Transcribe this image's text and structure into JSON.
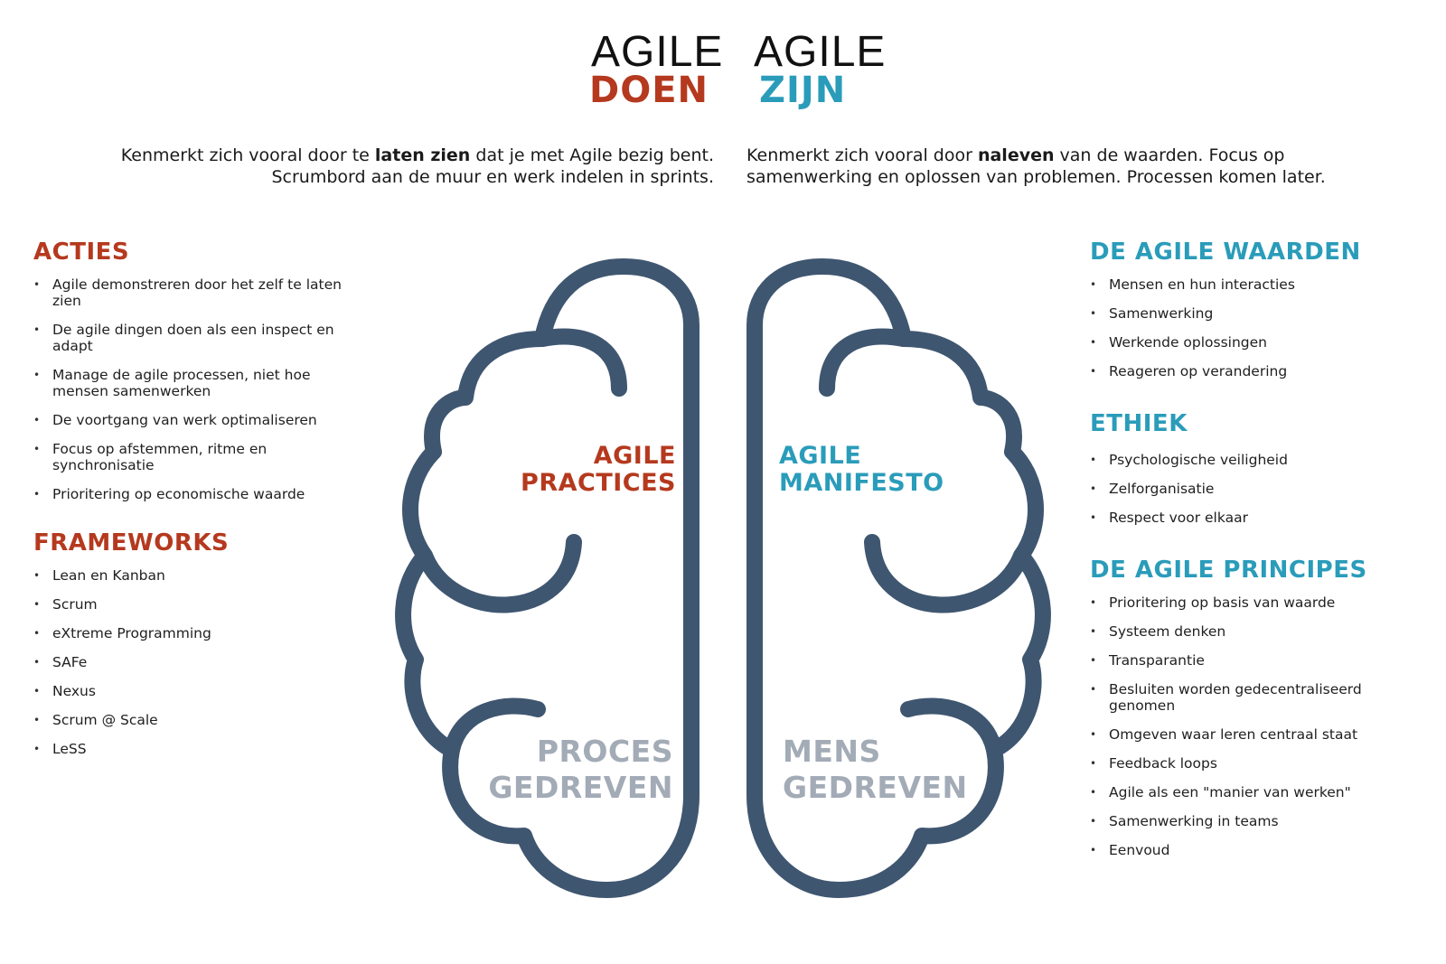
{
  "header": {
    "left_top": "AGILE",
    "left_bottom": "DOEN",
    "right_top": "AGILE",
    "right_bottom": "ZIJN"
  },
  "intro": {
    "left": {
      "line1_pre": "Kenmerkt zich vooral door te ",
      "line1_bold": "laten zien",
      "line1_post": " dat je met Agile bezig bent.",
      "line2": "Scrumbord aan de muur en werk indelen in sprints."
    },
    "right": {
      "line1_pre": "Kenmerkt zich vooral door ",
      "line1_bold": "naleven",
      "line1_post": " van de waarden. Focus op",
      "line2": "samenwerking en oplossen van problemen. Processen komen later."
    }
  },
  "left_sections": {
    "acties": {
      "title": "ACTIES",
      "items": [
        "Agile demonstreren door het zelf te laten zien",
        "De agile dingen doen als een inspect en adapt",
        "Manage de agile processen, niet hoe mensen samenwerken",
        "De voortgang van werk optimaliseren",
        "Focus op afstemmen, ritme en synchronisatie",
        "Prioritering op economische waarde"
      ]
    },
    "frameworks": {
      "title": "FRAMEWORKS",
      "items": [
        "Lean en Kanban",
        "Scrum",
        "eXtreme Programming",
        "SAFe",
        "Nexus",
        "Scrum @ Scale",
        "LeSS"
      ]
    }
  },
  "right_sections": {
    "waarden": {
      "title": "DE AGILE WAARDEN",
      "items": [
        "Mensen en hun interacties",
        "Samenwerking",
        "Werkende oplossingen",
        "Reageren op verandering"
      ]
    },
    "ethiek": {
      "title": "ETHIEK",
      "items": [
        "Psychologische veiligheid",
        "Zelforganisatie",
        "Respect voor elkaar"
      ]
    },
    "principes": {
      "title": "DE AGILE PRINCIPES",
      "items": [
        "Prioritering op basis van waarde",
        "Systeem denken",
        "Transparantie",
        "Besluiten worden gedecentraliseerd genomen",
        "Omgeven waar leren centraal staat",
        "Feedback loops",
        "Agile als een \"manier van werken\"",
        "Samenwerking in teams",
        "Eenvoud"
      ]
    }
  },
  "brain": {
    "left_top_line1": "AGILE",
    "left_top_line2": "PRACTICES",
    "left_bottom_line1": "PROCES",
    "left_bottom_line2": "GEDREVEN",
    "right_top_line1": "AGILE",
    "right_top_line2": "MANIFESTO",
    "right_bottom_line1": "MENS",
    "right_bottom_line2": "GEDREVEN"
  },
  "colors": {
    "doen_red": "#b5391e",
    "zijn_teal": "#2a9cba",
    "brain_stroke": "#3f5670",
    "muted_grey": "#a2abb6"
  }
}
